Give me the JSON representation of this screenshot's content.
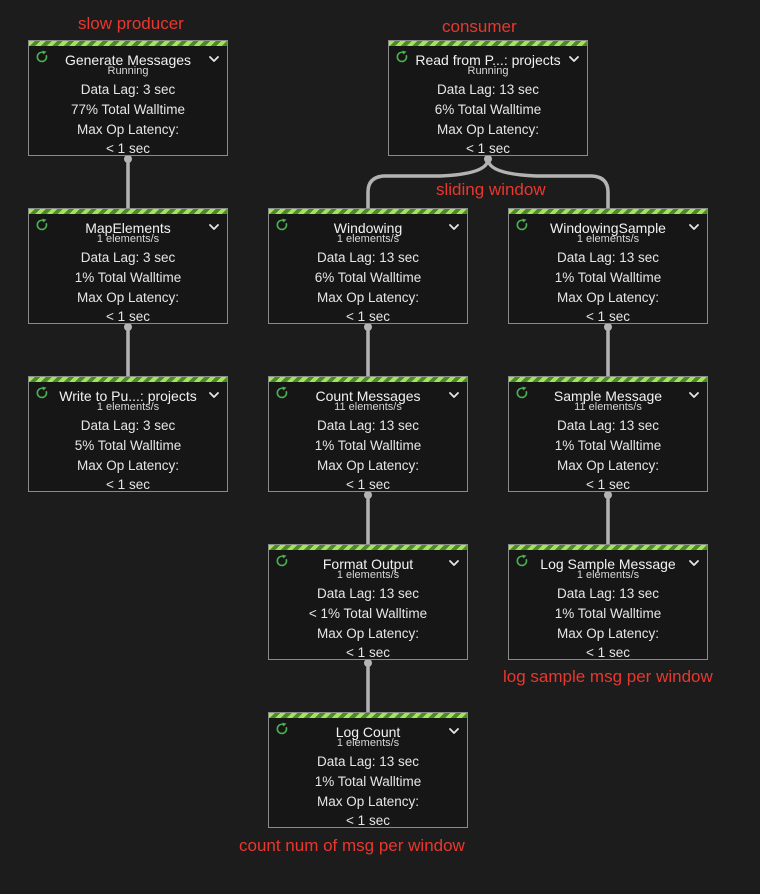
{
  "annotations": {
    "slow_producer": "slow producer",
    "consumer": "consumer",
    "sliding_window": "sliding window",
    "log_sample": "log sample msg per window",
    "count_num": "count num of msg per window"
  },
  "colors": {
    "annotation": "#e8372f",
    "edge": "#b3b3b3",
    "status_icon": "#4caf50",
    "stripe_light": "#a6e35a",
    "stripe_dark": "#4f8a2a",
    "node_border": "#8a8a8a"
  },
  "icons": {
    "status": "refresh-circle-icon",
    "expand": "chevron-down-icon"
  },
  "nodes": {
    "generate": {
      "title": "Generate Messages",
      "rate": "Running",
      "lag": "Data Lag: 3 sec",
      "walltime": "77% Total Walltime",
      "latency": "Max Op Latency:",
      "latency_value": "< 1 sec"
    },
    "read": {
      "title": "Read from P...: projects",
      "rate": "Running",
      "lag": "Data Lag: 13 sec",
      "walltime": "6% Total Walltime",
      "latency": "Max Op Latency:",
      "latency_value": "< 1 sec"
    },
    "map": {
      "title": "MapElements",
      "rate": "1 elements/s",
      "lag": "Data Lag: 3 sec",
      "walltime": "1% Total Walltime",
      "latency": "Max Op Latency:",
      "latency_value": "< 1 sec"
    },
    "windowing": {
      "title": "Windowing",
      "rate": "1 elements/s",
      "lag": "Data Lag: 13 sec",
      "walltime": "6% Total Walltime",
      "latency": "Max Op Latency:",
      "latency_value": "< 1 sec"
    },
    "windowing_sample": {
      "title": "WindowingSample",
      "rate": "1 elements/s",
      "lag": "Data Lag: 13 sec",
      "walltime": "1% Total Walltime",
      "latency": "Max Op Latency:",
      "latency_value": "< 1 sec"
    },
    "write": {
      "title": "Write to Pu...: projects",
      "rate": "1 elements/s",
      "lag": "Data Lag: 3 sec",
      "walltime": "5% Total Walltime",
      "latency": "Max Op Latency:",
      "latency_value": "< 1 sec"
    },
    "count": {
      "title": "Count Messages",
      "rate": "11 elements/s",
      "lag": "Data Lag: 13 sec",
      "walltime": "1% Total Walltime",
      "latency": "Max Op Latency:",
      "latency_value": "< 1 sec"
    },
    "sample": {
      "title": "Sample Message",
      "rate": "11 elements/s",
      "lag": "Data Lag: 13 sec",
      "walltime": "1% Total Walltime",
      "latency": "Max Op Latency:",
      "latency_value": "< 1 sec"
    },
    "format": {
      "title": "Format Output",
      "rate": "1 elements/s",
      "lag": "Data Lag: 13 sec",
      "walltime": "< 1% Total Walltime",
      "latency": "Max Op Latency:",
      "latency_value": "< 1 sec"
    },
    "log_sample": {
      "title": "Log Sample Message",
      "rate": "1 elements/s",
      "lag": "Data Lag: 13 sec",
      "walltime": "1% Total Walltime",
      "latency": "Max Op Latency:",
      "latency_value": "< 1 sec"
    },
    "log_count": {
      "title": "Log Count",
      "rate": "1 elements/s",
      "lag": "Data Lag: 13 sec",
      "walltime": "1% Total Walltime",
      "latency": "Max Op Latency:",
      "latency_value": "< 1 sec"
    }
  }
}
